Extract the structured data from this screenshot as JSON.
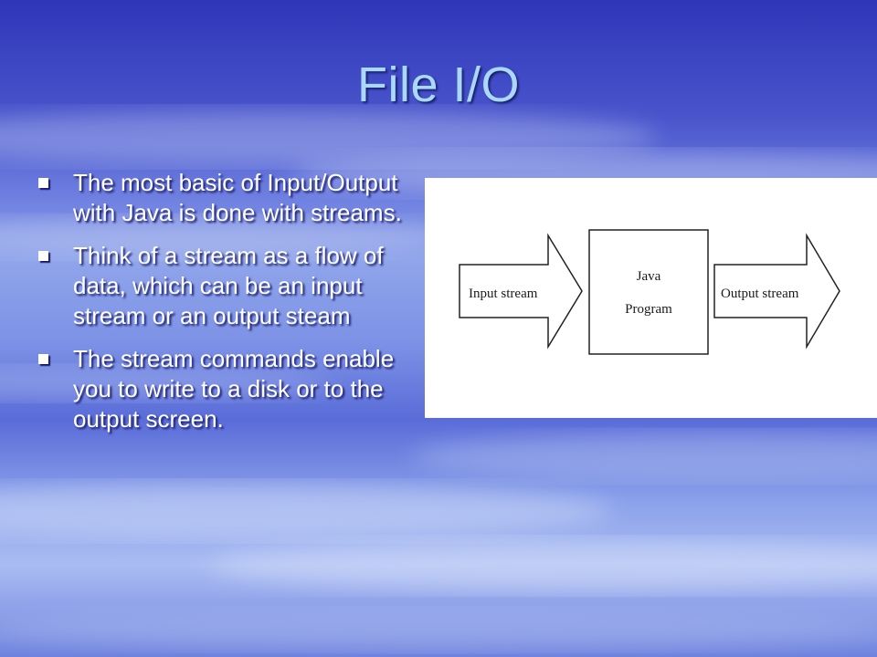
{
  "slide": {
    "title": "File I/O",
    "bullets": [
      "The most basic of Input/Output with Java is done with streams.",
      "Think of a stream as a flow of data, which can be an input stream or an output steam",
      "The stream commands enable you to write to a disk or to the output screen."
    ],
    "diagram": {
      "input_label": "Input stream",
      "program_label_line1": "Java",
      "program_label_line2": "Program",
      "output_label": "Output stream"
    }
  }
}
